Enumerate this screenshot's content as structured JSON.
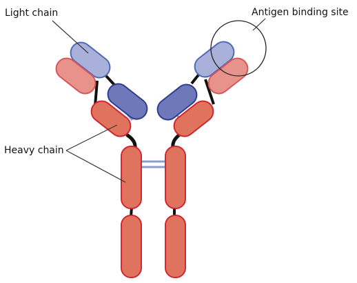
{
  "labels": {
    "light_chain": "Light chain",
    "heavy_chain": "Heavy chain",
    "antigen_site": "Antigen binding site"
  },
  "colors": {
    "heavy_fill": "#e0735e",
    "heavy_stroke": "#d0262e",
    "light_fill": "#e7928a",
    "light_stroke": "#d9555a",
    "blue_light_fill": "#a9b1da",
    "blue_light_stroke": "#4e6ab5",
    "blue_dark_fill": "#6f78b9",
    "blue_dark_stroke": "#2f3c93",
    "hinge": "#111111",
    "disulfide": "#8e9bd0",
    "leader": "#333333"
  }
}
